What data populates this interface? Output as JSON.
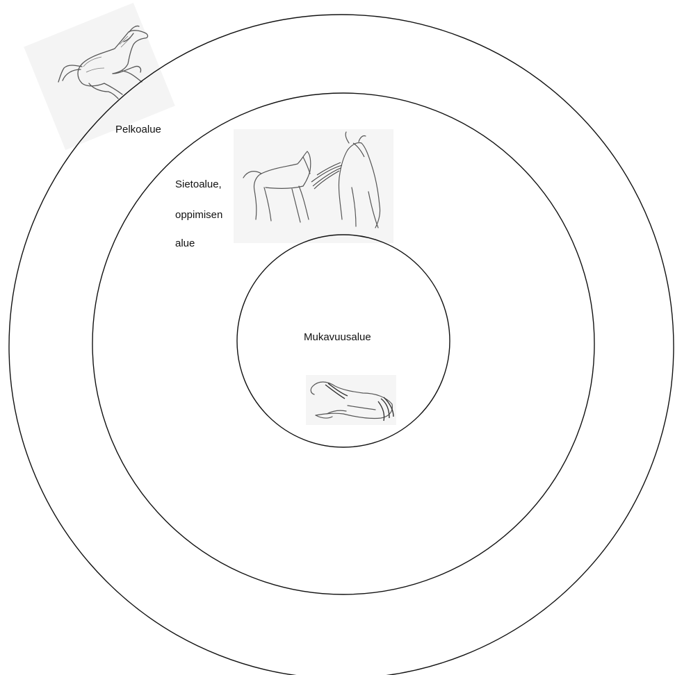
{
  "diagram": {
    "zones": {
      "fear": {
        "label": "Pelkoalue"
      },
      "stretch": {
        "label_lines": [
          "Sietoalue,",
          "oppimisen",
          "alue"
        ]
      },
      "comfort": {
        "label": "Mukavuusalue"
      }
    },
    "illustrations": [
      "galloping-horse-sketch",
      "two-horses-sketch",
      "lying-horse-sketch"
    ],
    "colors": {
      "stroke": "#111111",
      "sketch": "#555555",
      "background": "#ffffff"
    }
  }
}
